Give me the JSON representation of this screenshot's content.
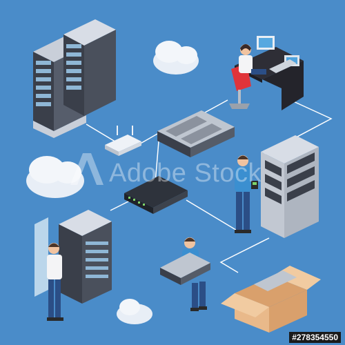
{
  "watermark": {
    "text": "Adobe Stock",
    "logo_letters": "A"
  },
  "stock_id": "#278354550",
  "colors": {
    "background": "#4a8cc9",
    "rack_dark": "#3a3f4a",
    "rack_light": "#d8dde6",
    "cloud": "#e8eef6",
    "desk": "#2e2e36",
    "chair": "#e0343a",
    "box": "#e9b98a",
    "person_shirt_blue": "#3b8fd0",
    "person_pants": "#2b4e86",
    "connector": "#ffffff"
  },
  "icons": [
    "server-rack",
    "cloud",
    "router",
    "network-switch",
    "workstation",
    "technician",
    "cardboard-box"
  ]
}
